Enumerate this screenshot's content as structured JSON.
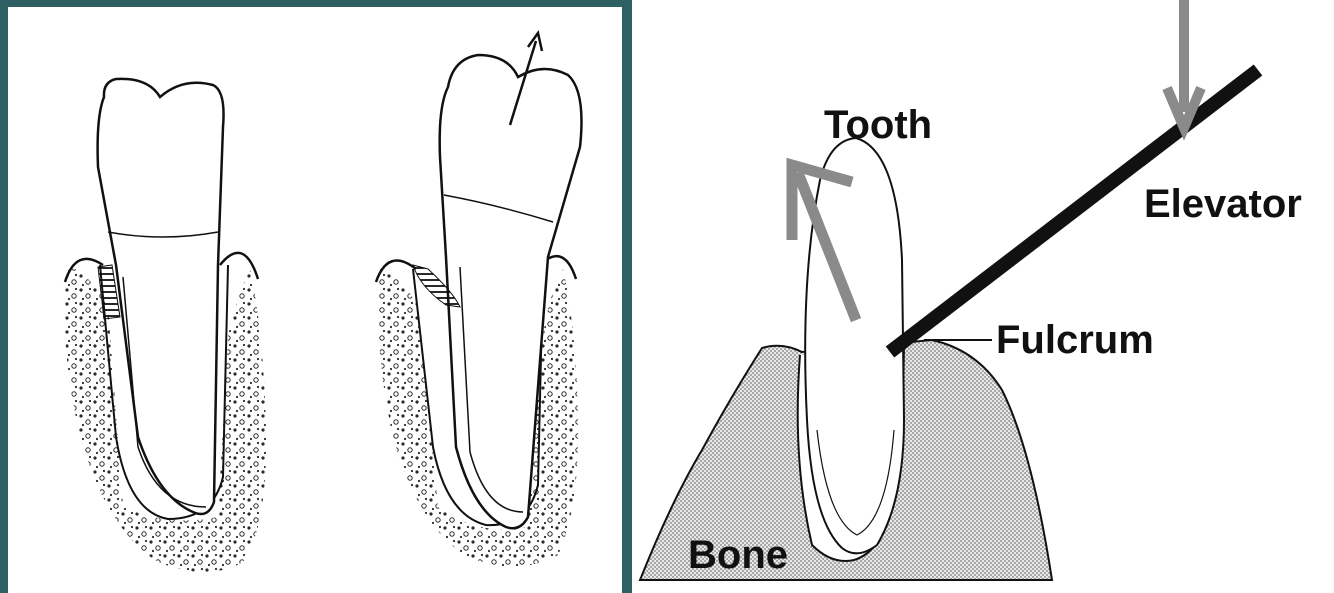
{
  "labels": {
    "tooth": "Tooth",
    "elevator": "Elevator",
    "fulcrum": "Fulcrum",
    "bone": "Bone"
  },
  "colors": {
    "background": "#2e5f63",
    "panel": "#ffffff",
    "line": "#111111",
    "force_arrow": "#8a8a8a",
    "bone_fill": "#c8c8c8"
  },
  "icons": {
    "extraction_arrow": "arrow-up-right-icon",
    "force_arrow": "arrow-down-icon",
    "rotation_arrow": "arrow-up-left-icon"
  }
}
